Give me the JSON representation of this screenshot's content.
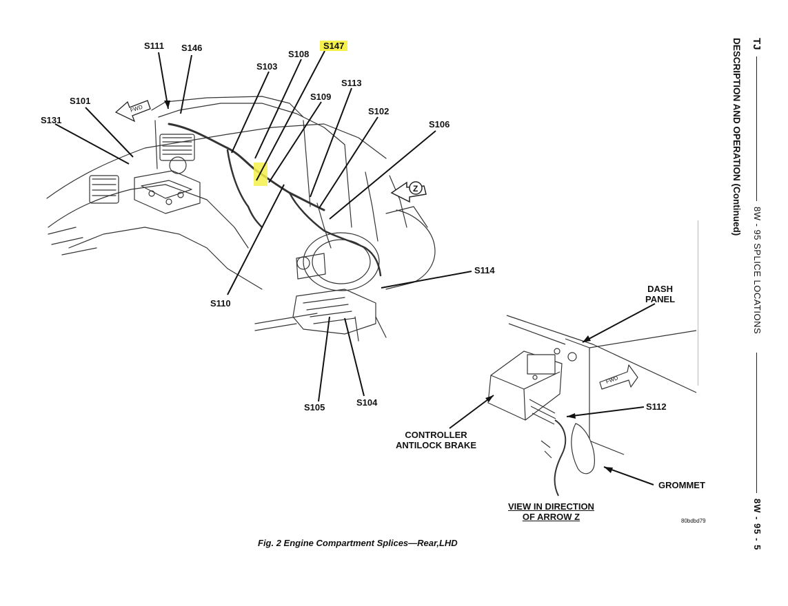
{
  "header": {
    "model": "TJ",
    "section": "8W - 95 SPLICE LOCATIONS",
    "page": "8W - 95 - 5",
    "subtitle": "DESCRIPTION AND OPERATION (Continued)"
  },
  "figure": {
    "caption": "Fig. 2 Engine Compartment Splices—Rear,LHD",
    "code": "80bdbd79",
    "labels": {
      "s111": "S111",
      "s146": "S146",
      "s147": "S147",
      "s108": "S108",
      "s103": "S103",
      "s113": "S113",
      "s109": "S109",
      "s101": "S101",
      "s102": "S102",
      "s131": "S131",
      "s106": "S106",
      "s114": "S114",
      "s110": "S110",
      "s105": "S105",
      "s104": "S104",
      "s112": "S112",
      "dash_panel": [
        "DASH",
        "PANEL"
      ],
      "controller": [
        "CONTROLLER",
        "ANTILOCK BRAKE"
      ],
      "grommet": "GROMMET",
      "view": [
        "VIEW IN DIRECTION",
        "OF ARROW Z"
      ],
      "fwd": "FWD",
      "arrow_z": "Z"
    },
    "highlight_color": "#f5f04a"
  }
}
